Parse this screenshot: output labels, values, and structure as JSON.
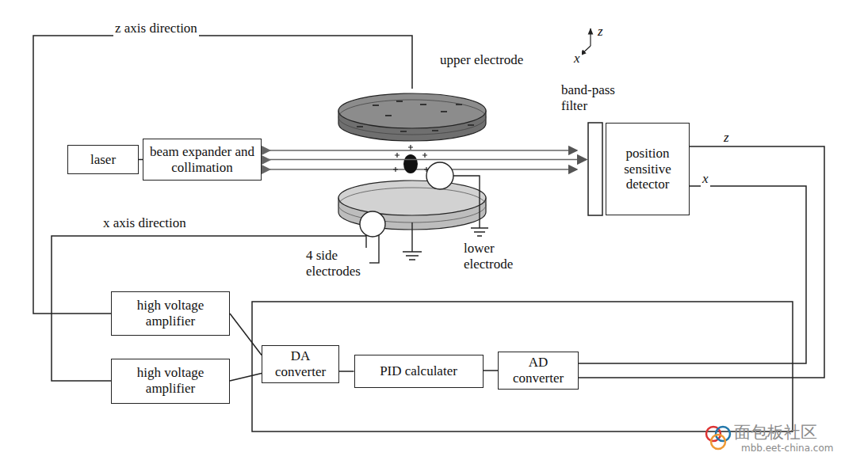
{
  "diagram": {
    "nodes": [
      {
        "text": [
          "laser"
        ]
      },
      {
        "text": [
          "beam expander and collimation"
        ]
      },
      {
        "text": [
          "position sensitive detector"
        ]
      },
      {
        "text": [
          "high voltage amplifier"
        ]
      },
      {
        "text": [
          "high voltage amplifier"
        ]
      },
      {
        "text": [
          "DA converter"
        ]
      },
      {
        "text": [
          "PID calculater"
        ]
      },
      {
        "text": [
          "AD converter"
        ]
      }
    ],
    "edges": [
      {
        "from": 0,
        "to": 1,
        "arrow": "none"
      },
      {
        "from": 1,
        "to": 2,
        "arrow": "to"
      },
      {
        "from": 2,
        "to": 7,
        "label": "z",
        "arrow": "none"
      },
      {
        "from": 2,
        "to": 7,
        "label": "x",
        "arrow": "none"
      },
      {
        "from": 7,
        "to": 6,
        "arrow": "none"
      },
      {
        "from": 6,
        "to": 5,
        "arrow": "none"
      },
      {
        "from": 5,
        "to": 3,
        "arrow": "none"
      },
      {
        "from": 5,
        "to": 4,
        "arrow": "none"
      }
    ],
    "labels": [
      "z axis direction",
      "upper electrode",
      "x",
      "z",
      "band-pass filter",
      "x axis direction",
      "4 side electrodes",
      "lower electrode",
      "面包板社区",
      "mbb.eet-china.com"
    ]
  }
}
